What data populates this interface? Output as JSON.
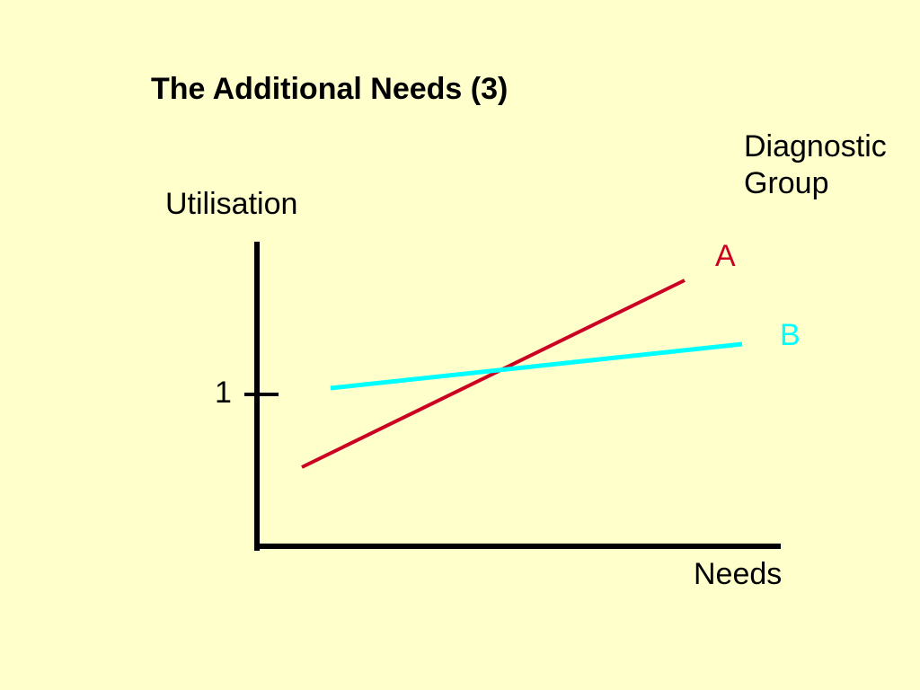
{
  "title": "The Additional Needs (3)",
  "legend": {
    "heading_line1": "Diagnostic",
    "heading_line2": "Group"
  },
  "axes": {
    "y_label": "Utilisation",
    "x_label": "Needs",
    "y_tick_label": "1"
  },
  "series": [
    {
      "name": "A",
      "color": "#cc0022"
    },
    {
      "name": "B",
      "color": "#00ffff"
    }
  ],
  "colors": {
    "background": "#ffffcc",
    "axis": "#000000"
  }
}
